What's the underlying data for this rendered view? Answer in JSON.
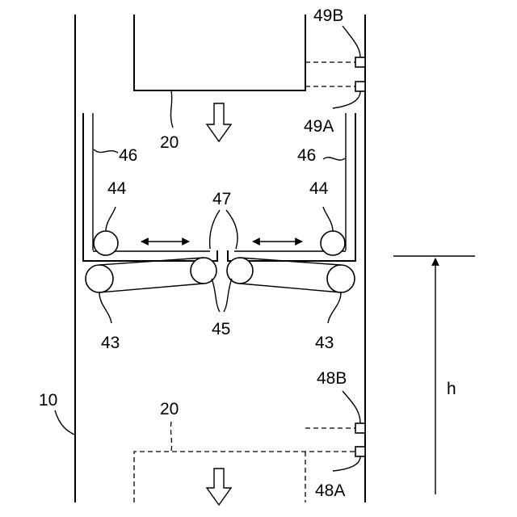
{
  "labels": {
    "s49b": "49B",
    "s49a": "49A",
    "s48b": "48B",
    "s48a": "48A",
    "c20_top": "20",
    "c20_bottom": "20",
    "g46_left": "46",
    "g46_right": "46",
    "r44_left": "44",
    "r44_right": "44",
    "n47": "47",
    "r43_left": "43",
    "r43_right": "43",
    "n45": "45",
    "n10": "10",
    "h": "h"
  }
}
